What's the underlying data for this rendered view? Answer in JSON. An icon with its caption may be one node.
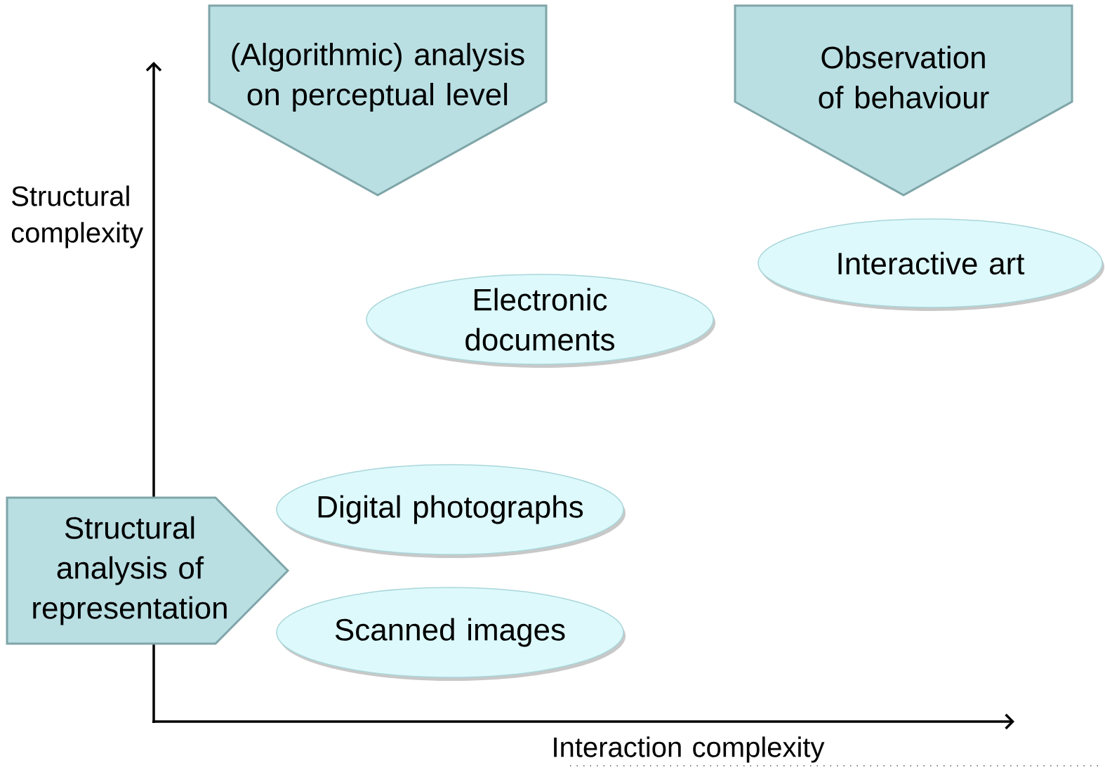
{
  "diagram": {
    "nodes": [
      {
        "text": [
          "(Algorithmic) analysis on perceptual level"
        ]
      },
      {
        "text": [
          "Observation of behaviour"
        ]
      },
      {
        "text": [
          "Interactive art"
        ]
      },
      {
        "text": [
          "Electronic documents"
        ]
      },
      {
        "text": [
          "Digital photographs"
        ]
      },
      {
        "text": [
          "Structural analysis of representation"
        ]
      },
      {
        "text": [
          "Scanned images"
        ]
      }
    ],
    "edges": [],
    "labels": [
      "Structural complexity",
      "Interaction complexity"
    ]
  }
}
